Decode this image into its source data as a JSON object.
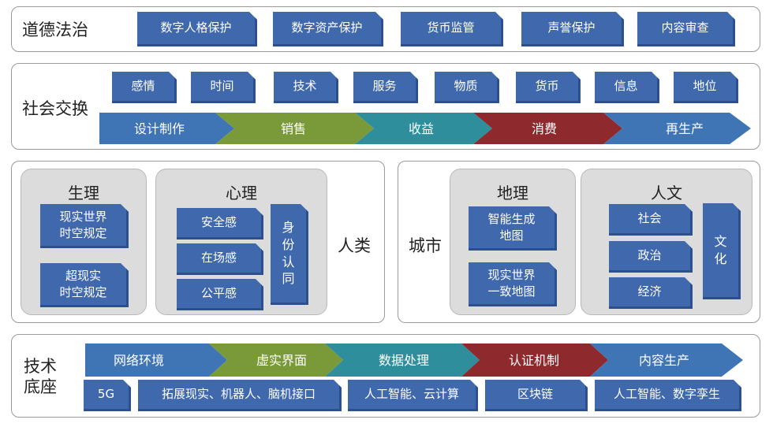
{
  "ethics": {
    "title": "道德法治",
    "items": [
      "数字人格保护",
      "数字资产保护",
      "货币监管",
      "声誉保护",
      "内容审查"
    ]
  },
  "social": {
    "title": "社会交换",
    "items": [
      "感情",
      "时间",
      "技术",
      "服务",
      "物质",
      "货币",
      "信息",
      "地位"
    ],
    "flow": [
      {
        "label": "设计制作",
        "color": "#3f74b5"
      },
      {
        "label": "销售",
        "color": "#7a9a3a"
      },
      {
        "label": "收益",
        "color": "#2f8e9c"
      },
      {
        "label": "消费",
        "color": "#8e2a2e"
      },
      {
        "label": "再生产",
        "color": "#3f74b5"
      }
    ]
  },
  "human": {
    "label": "人类",
    "physio": {
      "title": "生理",
      "items": [
        "现实世界\n时空规定",
        "超现实\n时空规定"
      ]
    },
    "psych": {
      "title": "心理",
      "items": [
        "安全感",
        "在场感",
        "公平感"
      ],
      "identity": "身\n份\n认\n同"
    }
  },
  "city": {
    "label": "城市",
    "geo": {
      "title": "地理",
      "items": [
        "智能生成\n地图",
        "现实世界\n一致地图"
      ]
    },
    "humanities": {
      "title": "人文",
      "items": [
        "社会",
        "政治",
        "经济"
      ],
      "culture": "文\n化"
    }
  },
  "tech": {
    "title": "技术\n底座",
    "flow": [
      {
        "label": "网络环境",
        "color": "#3f74b5"
      },
      {
        "label": "虚实界面",
        "color": "#7a9a3a"
      },
      {
        "label": "数据处理",
        "color": "#2f8e9c"
      },
      {
        "label": "认证机制",
        "color": "#8e2a2e"
      },
      {
        "label": "内容生产",
        "color": "#3f74b5"
      }
    ],
    "items": [
      "5G",
      "拓展现实、机器人、脑机接口",
      "人工智能、云计算",
      "区块链",
      "人工智能、数字孪生"
    ]
  }
}
